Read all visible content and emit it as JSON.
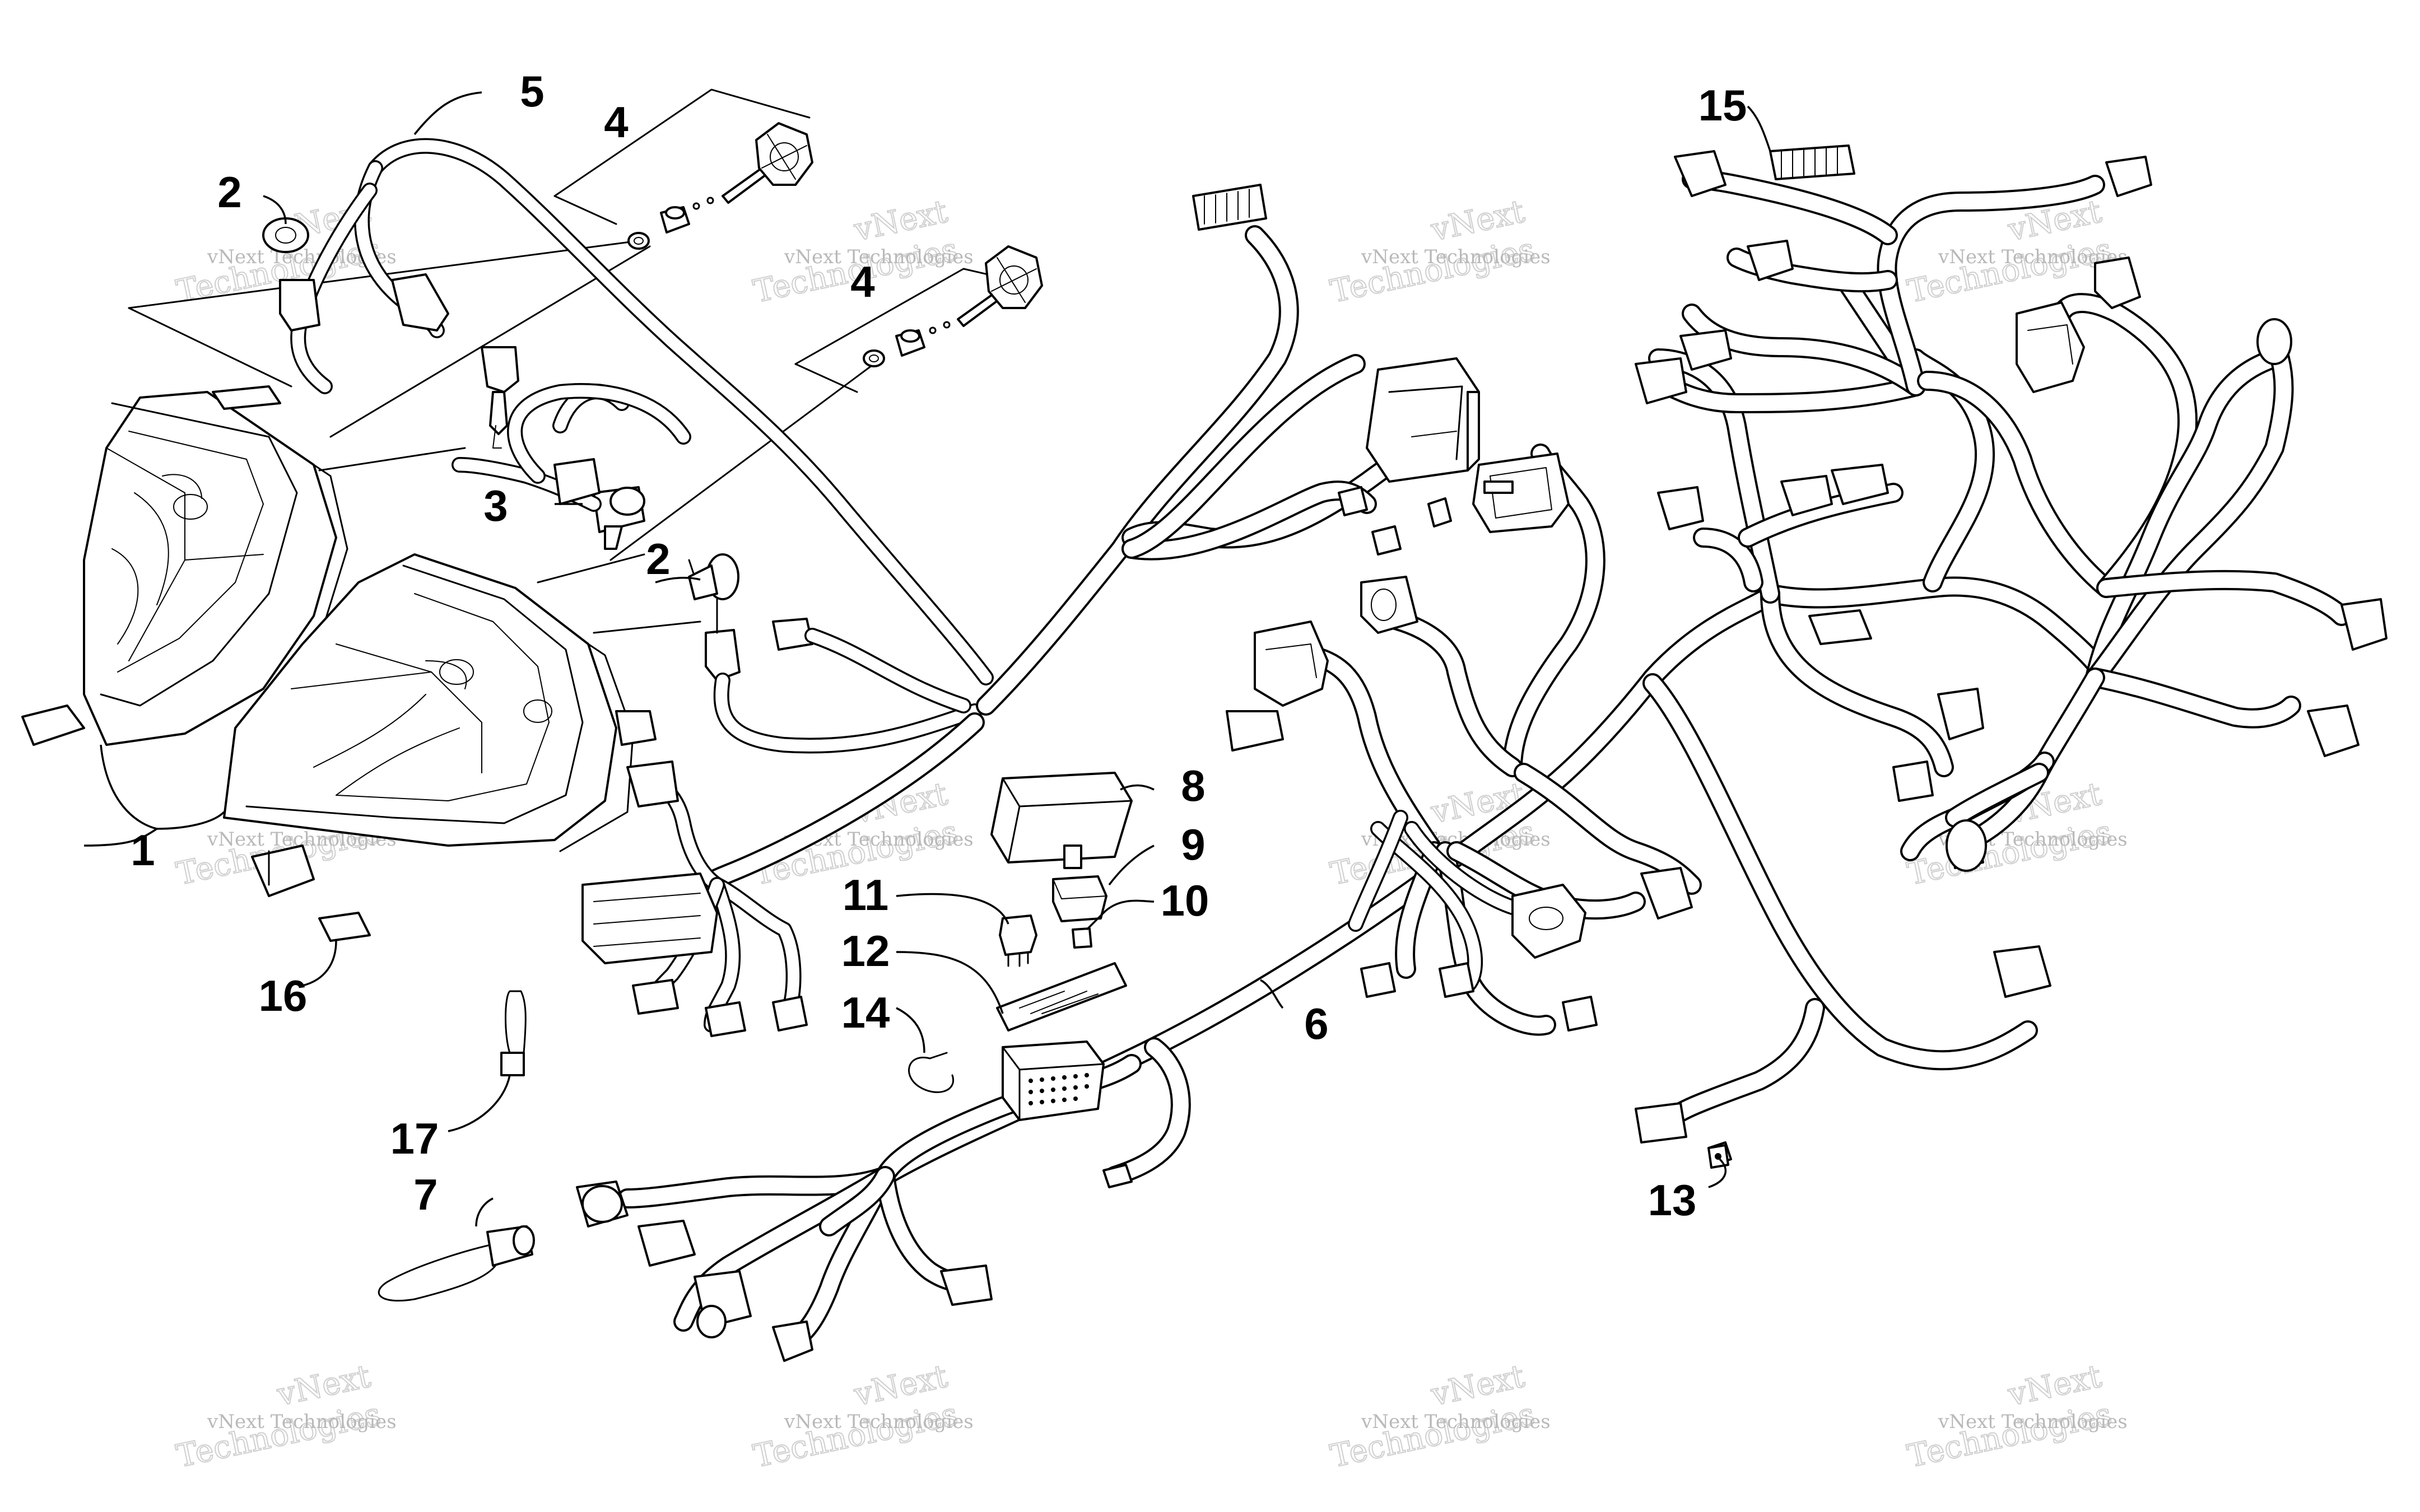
{
  "callouts": {
    "c1": "1",
    "c2a": "2",
    "c2b": "2",
    "c3": "3",
    "c4a": "4",
    "c4b": "4",
    "c5": "5",
    "c6": "6",
    "c7": "7",
    "c8": "8",
    "c9": "9",
    "c10": "10",
    "c11": "11",
    "c12": "12",
    "c13": "13",
    "c14": "14",
    "c15": "15",
    "c16": "16",
    "c17": "17"
  },
  "watermark": {
    "line1": "vNext Technologies",
    "line2a": "vNext",
    "line2b": "Technologies"
  }
}
